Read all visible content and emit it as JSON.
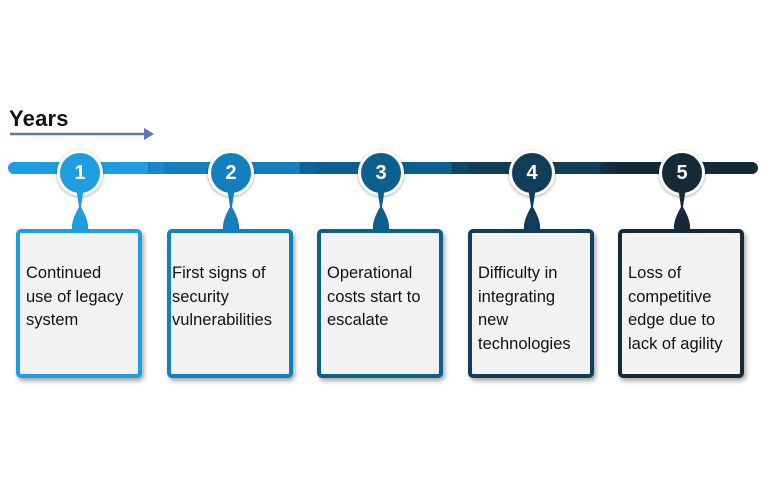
{
  "header": {
    "title": "Years"
  },
  "colors": {
    "arrow": "#5b78b0",
    "card_fill": "#f2f2f2",
    "text": "#111111"
  },
  "steps": [
    {
      "number": "1",
      "text": "Continued\nuse of legacy\nsystem",
      "color": "#1e9ee0"
    },
    {
      "number": "2",
      "text": "First signs of\nsecurity\nvulnerabilities",
      "color": "#147fbf"
    },
    {
      "number": "3",
      "text": "Operational\ncosts start to\nescalate",
      "color": "#0d5f8e"
    },
    {
      "number": "4",
      "text": "Difficulty in\nintegrating\nnew\ntechnologies",
      "color": "#123d58"
    },
    {
      "number": "5",
      "text": "Loss of\ncompetitive\nedge due to\nlack of agility",
      "color": "#152a38"
    }
  ]
}
